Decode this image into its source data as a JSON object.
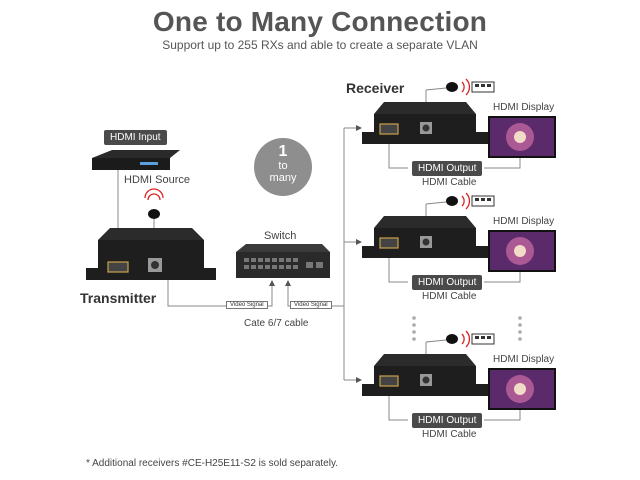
{
  "title": "One to Many Connection",
  "subtitle": "Support up to 255 RXs and able to create a separate VLAN",
  "transmitter": {
    "label": "Transmitter",
    "input_tag": "HDMI Input",
    "source_label": "HDMI Source"
  },
  "switch": {
    "label": "Switch",
    "video_signal_left": "Video Signal",
    "video_signal_right": "Video Signal",
    "cable_label": "Cate 6/7 cable"
  },
  "badge": {
    "number": "1",
    "line1": "to",
    "line2": "many"
  },
  "receiver_heading": "Receiver",
  "receivers": [
    {
      "display_label": "HDMI Display",
      "output_tag": "HDMI Output",
      "cable_label": "HDMI Cable"
    },
    {
      "display_label": "HDMI Display",
      "output_tag": "HDMI Output",
      "cable_label": "HDMI Cable"
    },
    {
      "display_label": "HDMI Display",
      "output_tag": "HDMI Output",
      "cable_label": "HDMI Cable"
    }
  ],
  "footnote": "* Additional receivers #CE-H25E11-S2 is sold separately."
}
